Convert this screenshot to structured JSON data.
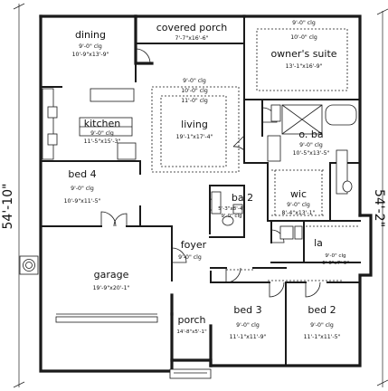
{
  "overall": {
    "width_left": "54'-10\"",
    "width_right": "54'-2\""
  },
  "rooms": {
    "dining": {
      "name": "dining",
      "ceiling": "9'-0\" clg",
      "size": "10'-9\"x13'-9\""
    },
    "covered_porch": {
      "name": "covered porch",
      "size": "7'-7\"x16'-6\""
    },
    "owners_suite": {
      "name": "owner's suite",
      "ceiling1": "9'-0\" clg",
      "ceiling2": "10'-0\" clg",
      "size": "13'-1\"x16'-9\""
    },
    "living": {
      "name": "living",
      "ceiling1": "9'-0\" clg",
      "ceiling2": "10'-0\" clg",
      "ceiling3": "11'-0\" clg",
      "size": "19'-1\"x17'-4\""
    },
    "kitchen": {
      "name": "kitchen",
      "ceiling": "9'-0\" clg",
      "size": "11'-5\"x15'-3\""
    },
    "owners_bath": {
      "name": "o. ba",
      "ceiling": "9'-0\" clg",
      "size": "10'-5\"x13'-5\""
    },
    "bed4": {
      "name": "bed 4",
      "ceiling": "9'-0\" clg",
      "size": "10'-9\"x11'-5\""
    },
    "bath2": {
      "name": "ba 2",
      "ceiling": "9'-0\" clg",
      "size": "5'-3\"x8'-4\""
    },
    "wic": {
      "name": "wic",
      "ceiling": "9'-0\" clg",
      "size": "8'-4\"x13'-1\""
    },
    "foyer": {
      "name": "foyer",
      "ceiling": "9'-0\" clg"
    },
    "laundry": {
      "name": "la",
      "ceiling": "9'-0\" clg",
      "size": "6'-6\"x7'-9\""
    },
    "garage": {
      "name": "garage",
      "size": "19'-9\"x20'-1\""
    },
    "porch": {
      "name": "porch",
      "size": "14'-8\"x5'-1\""
    },
    "bed3": {
      "name": "bed 3",
      "ceiling": "9'-0\" clg",
      "size": "11'-1\"x11'-9\""
    },
    "bed2": {
      "name": "bed 2",
      "ceiling": "9'-0\" clg",
      "size": "11'-1\"x11'-5\""
    }
  },
  "icons": {
    "stove": "ac-condenser-icon"
  }
}
